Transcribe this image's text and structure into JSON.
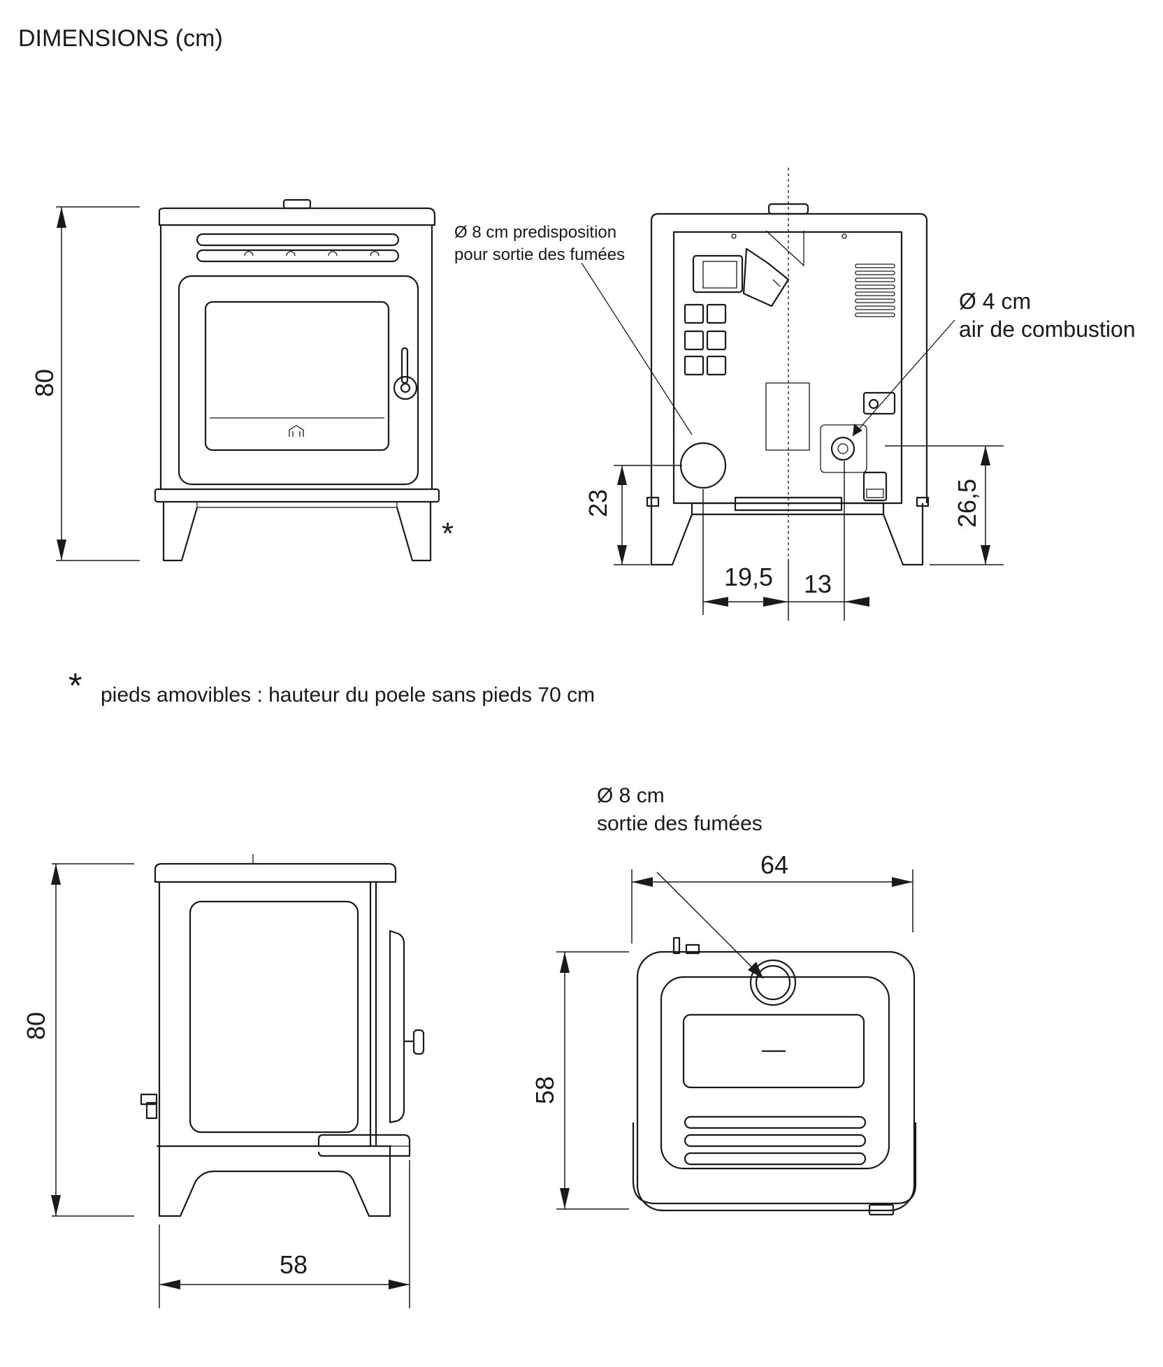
{
  "title": "DIMENSIONS (cm)",
  "front_view": {
    "height": "80",
    "feet_marker": "*"
  },
  "back_view": {
    "flue_note_line1": "Ø 8 cm predisposition",
    "flue_note_line2": "pour sortie des fumées",
    "air_note_line1": "Ø 4 cm",
    "air_note_line2": "air de combustion",
    "flue_height": "23",
    "air_height": "26,5",
    "flue_offset": "19,5",
    "air_offset": "13"
  },
  "footnote": {
    "marker": "*",
    "text": "pieds amovibles : hauteur du poele sans pieds 70 cm"
  },
  "side_view": {
    "height": "80",
    "depth": "58"
  },
  "top_view": {
    "flue_note_line1": "Ø 8 cm",
    "flue_note_line2": "sortie des fumées",
    "width": "64",
    "depth": "58"
  }
}
